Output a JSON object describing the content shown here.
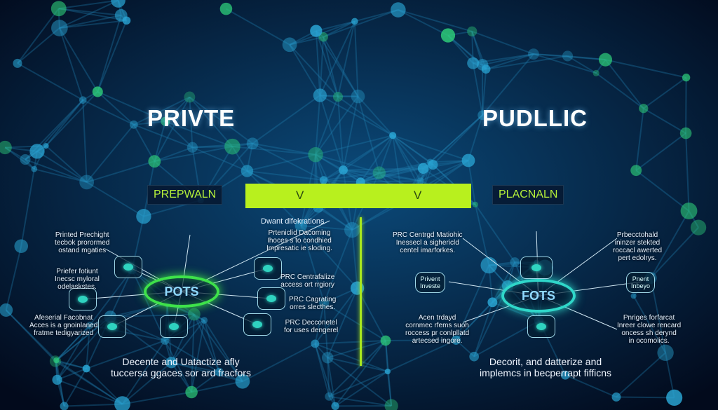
{
  "left": {
    "title": "PRIVTE",
    "tag": "PREPWALN",
    "hub": "POTS",
    "heading": "Dwant dlfekrations",
    "notes": [
      [
        "Printed Prechight",
        "tecbok prorormed",
        "ostand mgaties"
      ],
      [
        "Priefer fotiunt",
        "Inecsc myloral",
        "odelaskstes."
      ],
      [
        "Afeserial Facobnat",
        "Acces is a gnoinlaned",
        "fratme tedigyarized"
      ],
      [
        "Prteniclid Dacoming",
        "Ihoces s to condhied",
        "Impresatic ie sloding."
      ],
      [
        "PRC Centrafalize",
        "access ort rrgiory"
      ],
      [
        "PRC Cagrating",
        "orres slecthes."
      ],
      [
        "PRC Decconetel",
        "for uses dengerel"
      ]
    ],
    "footer": [
      "Decente and Uatactize afly",
      "tuccersa ggaces sor ard fracfors"
    ]
  },
  "bar": {
    "left_mark": "V",
    "right_mark": "V"
  },
  "right": {
    "title": "PUDLLIC",
    "tag": "PLACNALN",
    "hub": "FOTS",
    "boxes": [
      [
        "Privent",
        "Investe"
      ],
      [
        "Pnent",
        "Inbeyo"
      ]
    ],
    "notes": [
      [
        "PRC Centrgd Matiohic",
        "Inessecl a sighericld",
        "centel imarforkes."
      ],
      [
        "Acen trdayd",
        "cornmec rfems suoh",
        "roccess pr conlpllatd",
        "artecsed ingore."
      ],
      [
        "Prbecctohald",
        "ininzer stekted",
        "roccacl awerted",
        "pert edolrys."
      ],
      [
        "Pnriges forfarcat",
        "Inreer clowe rencard",
        "oncess sh derynd",
        "in ocomolics."
      ]
    ],
    "footer": [
      "Decorit, and datterize and",
      "implemcs in becperrapt fifficns"
    ]
  },
  "colors": {
    "accent": "#b8f01e",
    "background": "#04152e",
    "hub_left": "#3ee24a",
    "hub_right": "#2fd7c9"
  }
}
